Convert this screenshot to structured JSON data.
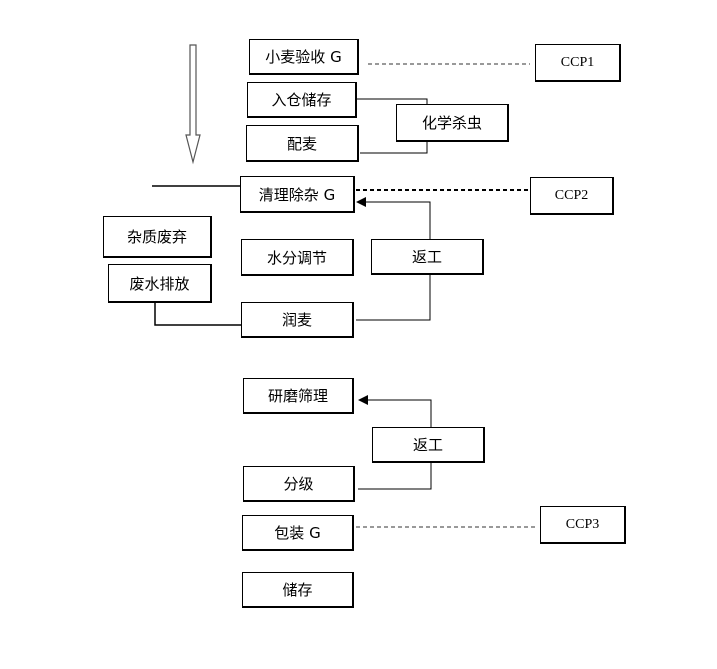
{
  "steps": {
    "wheat_acceptance": "小麦验收 G",
    "warehouse_storage": "入仓储存",
    "wheat_blending": "配麦",
    "chemical_pest_control": "化学杀虫",
    "cleaning_impurity_removal": "清理除杂 G",
    "impurity_disposal": "杂质废弃",
    "wastewater_discharge": "废水排放",
    "moisture_adjustment": "水分调节",
    "rework_1": "返工",
    "tempering": "润麦",
    "grinding_sifting": "研磨筛理",
    "rework_2": "返工",
    "grading": "分级",
    "packaging": "包装 G",
    "storage": "储存"
  },
  "ccp": {
    "ccp1": "CCP1",
    "ccp2": "CCP2",
    "ccp3": "CCP3"
  }
}
